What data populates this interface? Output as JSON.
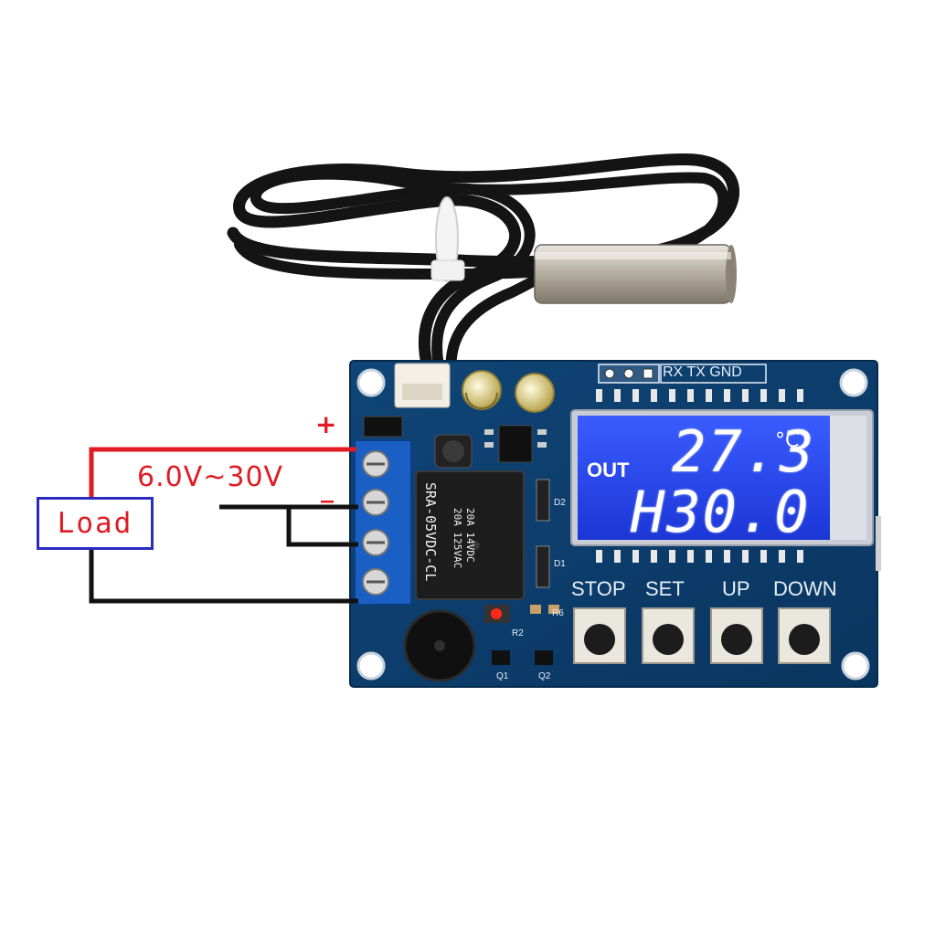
{
  "diagram": {
    "voltage_label": "6.0V~30V",
    "plus_sign": "+",
    "minus_sign": "_",
    "load_label": "Load"
  },
  "board": {
    "header_label": "RX TX GND",
    "buttons": [
      {
        "label": "STOP"
      },
      {
        "label": "SET"
      },
      {
        "label": "UP"
      },
      {
        "label": "DOWN"
      }
    ],
    "relay_text": [
      "SRA-05VDC-CL",
      "20A 14VDC",
      "20A 125VAC"
    ],
    "silk_labels": {
      "d2": "D2",
      "d1": "D1",
      "r6": "R6",
      "r2": "R2",
      "q1": "Q1",
      "q2": "Q2"
    },
    "display": {
      "out_label": "OUT",
      "temperature": "27.3",
      "unit": "°C",
      "setpoint": "H30.0"
    }
  },
  "colors": {
    "wire_red": "#e01b24",
    "wire_black": "#111111",
    "pcb_blue": "#0b3d6b",
    "terminal_blue": "#1a5fc4",
    "lcd_blue": "#1f3fe0"
  }
}
